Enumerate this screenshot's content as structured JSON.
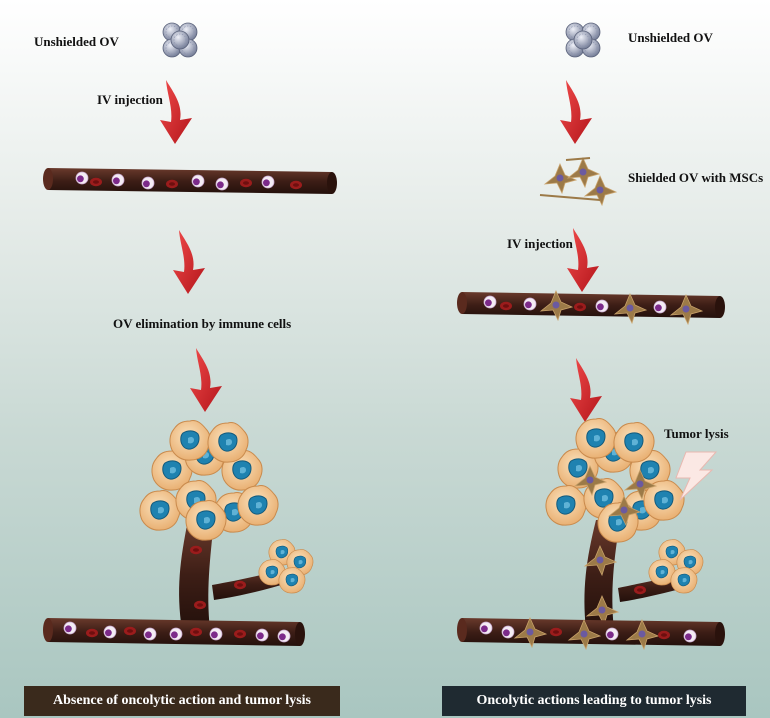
{
  "left_panel": {
    "ov_label": "Unshielded OV",
    "iv_label": "IV injection",
    "elimination_label": "OV elimination by immune cells",
    "banner": "Absence of oncolytic action and tumor lysis",
    "banner_color": "#3a2a1c"
  },
  "right_panel": {
    "ov_label": "Unshielded OV",
    "shielded_label": "Shielded OV with MSCs",
    "iv_label": "IV injection",
    "tumor_lysis_label": "Tumor lysis",
    "banner": "Oncolytic actions leading to tumor lysis",
    "banner_color": "#1f2a31"
  },
  "colors": {
    "arrow": "#d8262b",
    "vessel": "#3d1e16",
    "tumor_cell": "#f4c690",
    "nucleus": "#1f82b0",
    "msc": "#9c7a48"
  }
}
